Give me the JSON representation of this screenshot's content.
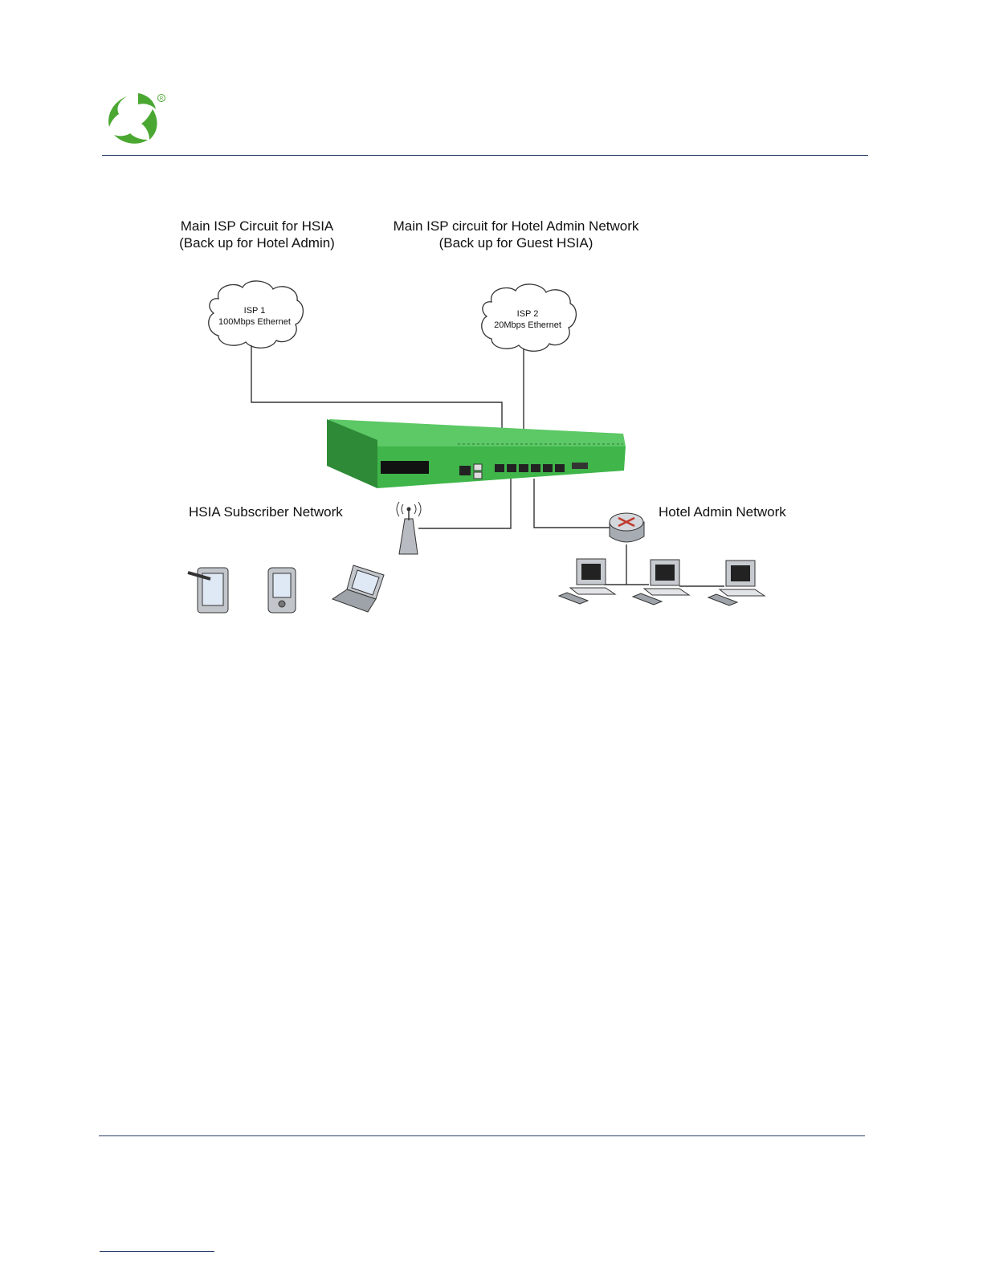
{
  "brand": {
    "logo": "green-swirl-logo",
    "registered_mark": "®",
    "color": "#4aa832"
  },
  "colors": {
    "rule": "#2b3f6b",
    "appliance": "#3fb54a",
    "appliance_dark": "#2e8a37",
    "router": "#c9cdd2",
    "router_arrow": "#c0392b"
  },
  "diagram": {
    "isp1_circuit": {
      "line1": "Main ISP Circuit for HSIA",
      "line2": "(Back up for Hotel Admin)"
    },
    "isp2_circuit": {
      "line1": "Main ISP circuit for Hotel Admin Network",
      "line2": "(Back up for Guest HSIA)"
    },
    "isp1_cloud": {
      "name": "ISP 1",
      "speed": "100Mbps Ethernet"
    },
    "isp2_cloud": {
      "name": "ISP 2",
      "speed": "20Mbps Ethernet"
    },
    "hsia_network": "HSIA Subscriber Network",
    "admin_network": "Hotel Admin Network",
    "icons": [
      "cloud-icon",
      "gateway-appliance-icon",
      "wireless-access-point-icon",
      "router-icon",
      "tablet-icon",
      "pda-icon",
      "laptop-icon",
      "desktop-computer-icon"
    ]
  }
}
